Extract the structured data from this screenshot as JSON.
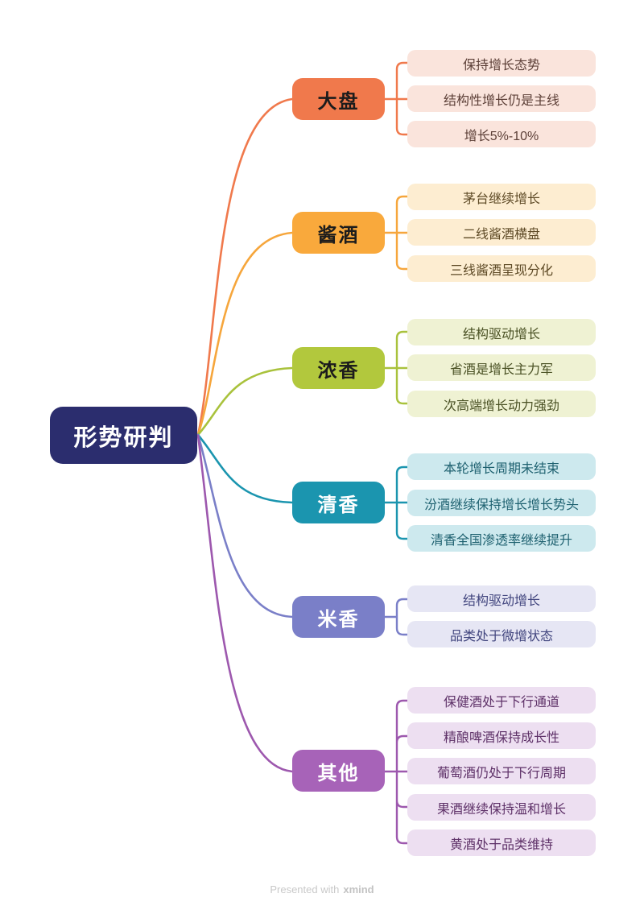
{
  "footer": {
    "prefix": "Presented with",
    "brand": "xmind"
  },
  "mindmap": {
    "root": {
      "label": "形势研判",
      "bg": "#2b2d6e",
      "label_color": "#ffffff"
    },
    "branches": [
      {
        "label": "大盘",
        "bg": "#f0794c",
        "label_color": "#1c1c1c",
        "line_color": "#f0794c",
        "leaf_bg": "#fae4dc",
        "leaf_text_color": "#5d4038",
        "leaves": [
          "保持增长态势",
          "结构性增长仍是主线",
          "增长5%-10%"
        ]
      },
      {
        "label": "酱酒",
        "bg": "#f9a93c",
        "label_color": "#1c1c1c",
        "line_color": "#f6a63c",
        "leaf_bg": "#fdedd1",
        "leaf_text_color": "#5e4a26",
        "leaves": [
          "茅台继续增长",
          "二线酱酒横盘",
          "三线酱酒呈现分化"
        ]
      },
      {
        "label": "浓香",
        "bg": "#b2c83d",
        "label_color": "#1c1c1c",
        "line_color": "#a9c23c",
        "leaf_bg": "#eff2d3",
        "leaf_text_color": "#4a5124",
        "leaves": [
          "结构驱动增长",
          "省酒是增长主力军",
          "次高端增长动力强劲"
        ]
      },
      {
        "label": "清香",
        "bg": "#1b95af",
        "label_color": "#ffffff",
        "line_color": "#1b95af",
        "leaf_bg": "#cde9ee",
        "leaf_text_color": "#1e6170",
        "leaves": [
          "本轮增长周期未结束",
          "汾酒继续保持增长增长势头",
          "清香全国渗透率继续提升"
        ]
      },
      {
        "label": "米香",
        "bg": "#7a7fc8",
        "label_color": "#ffffff",
        "line_color": "#7a7fc8",
        "leaf_bg": "#e6e6f4",
        "leaf_text_color": "#41457e",
        "leaves": [
          "结构驱动增长",
          "品类处于微增状态"
        ]
      },
      {
        "label": "其他",
        "bg": "#a763b8",
        "label_color": "#ffffff",
        "line_color": "#9d58ae",
        "leaf_bg": "#eddff1",
        "leaf_text_color": "#5e3168",
        "leaves": [
          "保健酒处于下行通道",
          "精酿啤酒保持成长性",
          "葡萄酒仍处于下行周期",
          "果酒继续保持温和增长",
          "黄酒处于品类维持"
        ]
      }
    ]
  }
}
